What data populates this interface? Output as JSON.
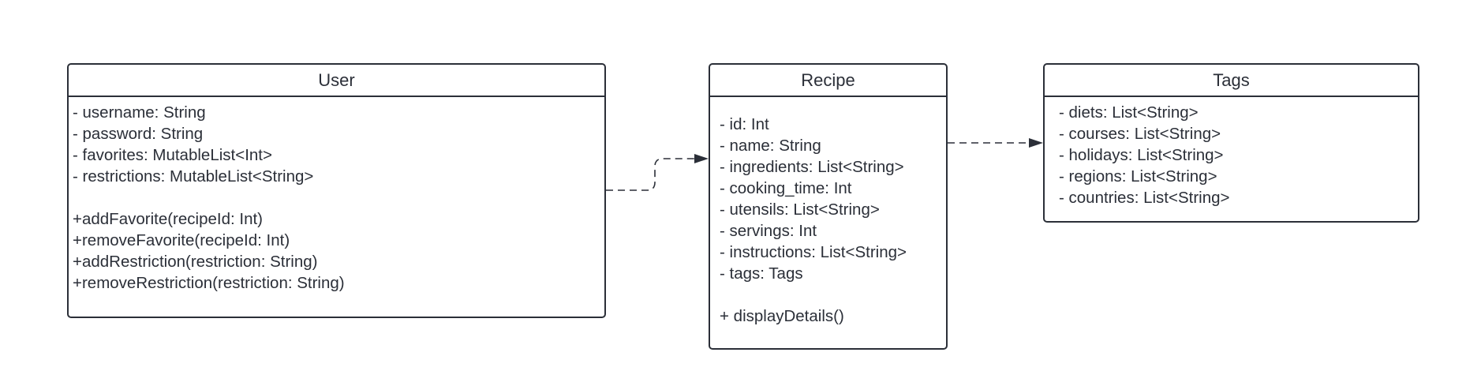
{
  "classes": {
    "user": {
      "name": "User",
      "attributes": [
        "- username: String",
        "- password: String",
        "- favorites: MutableList<Int>",
        "- restrictions: MutableList<String>"
      ],
      "methods": [
        "+addFavorite(recipeId: Int)",
        "+removeFavorite(recipeId: Int)",
        "+addRestriction(restriction: String)",
        "+removeRestriction(restriction: String)"
      ]
    },
    "recipe": {
      "name": "Recipe",
      "attributes": [
        "- id: Int",
        "- name: String",
        "- ingredients: List<String>",
        "- cooking_time: Int",
        "- utensils: List<String>",
        "- servings: Int",
        "- instructions: List<String>",
        "- tags: Tags"
      ],
      "methods": [
        "+ displayDetails()"
      ]
    },
    "tags": {
      "name": "Tags",
      "attributes": [
        "- diets: List<String>",
        "- courses: List<String>",
        "- holidays: List<String>",
        "- regions: List<String>",
        "- countries: List<String>"
      ]
    }
  },
  "connectors": [
    {
      "from": "User",
      "to": "Recipe",
      "style": "dashed",
      "arrowhead": "filled-triangle"
    },
    {
      "from": "Recipe",
      "to": "Tags",
      "style": "dashed",
      "arrowhead": "filled-triangle"
    }
  ],
  "colors": {
    "stroke": "#2b2f38",
    "text": "#2b2f38",
    "background": "#ffffff"
  }
}
